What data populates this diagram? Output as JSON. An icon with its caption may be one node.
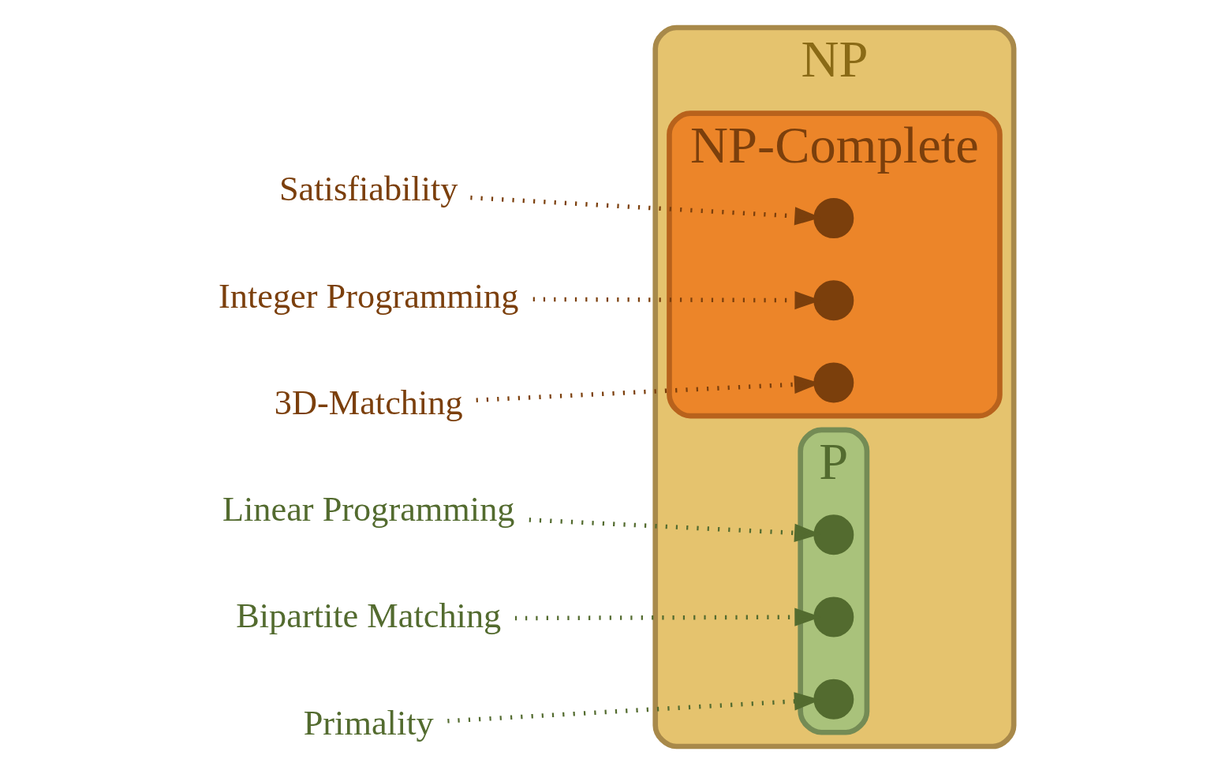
{
  "diagram": {
    "nodes": [
      {
        "text": [
          "NP"
        ]
      },
      {
        "text": [
          "NP-Complete"
        ],
        "in": 0
      },
      {
        "text": [
          "P"
        ],
        "in": 0
      },
      {
        "text": [],
        "shape": "circle",
        "in": 1
      },
      {
        "text": [],
        "shape": "circle",
        "in": 1
      },
      {
        "text": [],
        "shape": "circle",
        "in": 1
      },
      {
        "text": [],
        "shape": "circle",
        "in": 2
      },
      {
        "text": [],
        "shape": "circle",
        "in": 2
      },
      {
        "text": [],
        "shape": "circle",
        "in": 2
      },
      {
        "text": [
          "Satisfiability"
        ]
      },
      {
        "text": [
          "Integer Programming"
        ]
      },
      {
        "text": [
          "3D-Matching"
        ]
      },
      {
        "text": [
          "Linear Programming"
        ]
      },
      {
        "text": [
          "Bipartite Matching"
        ]
      },
      {
        "text": [
          "Primality"
        ]
      }
    ],
    "edges": [
      {
        "from": 9,
        "to": 3,
        "arrow": "to",
        "color": "#7b3f0c"
      },
      {
        "from": 10,
        "to": 4,
        "arrow": "to",
        "color": "#7b3f0c"
      },
      {
        "from": 11,
        "to": 5,
        "arrow": "to",
        "color": "#7b3f0c"
      },
      {
        "from": 12,
        "to": 6,
        "arrow": "to",
        "color": "#536b2f"
      },
      {
        "from": 13,
        "to": 7,
        "arrow": "to",
        "color": "#536b2f"
      },
      {
        "from": 14,
        "to": 8,
        "arrow": "to",
        "color": "#536b2f"
      }
    ]
  }
}
